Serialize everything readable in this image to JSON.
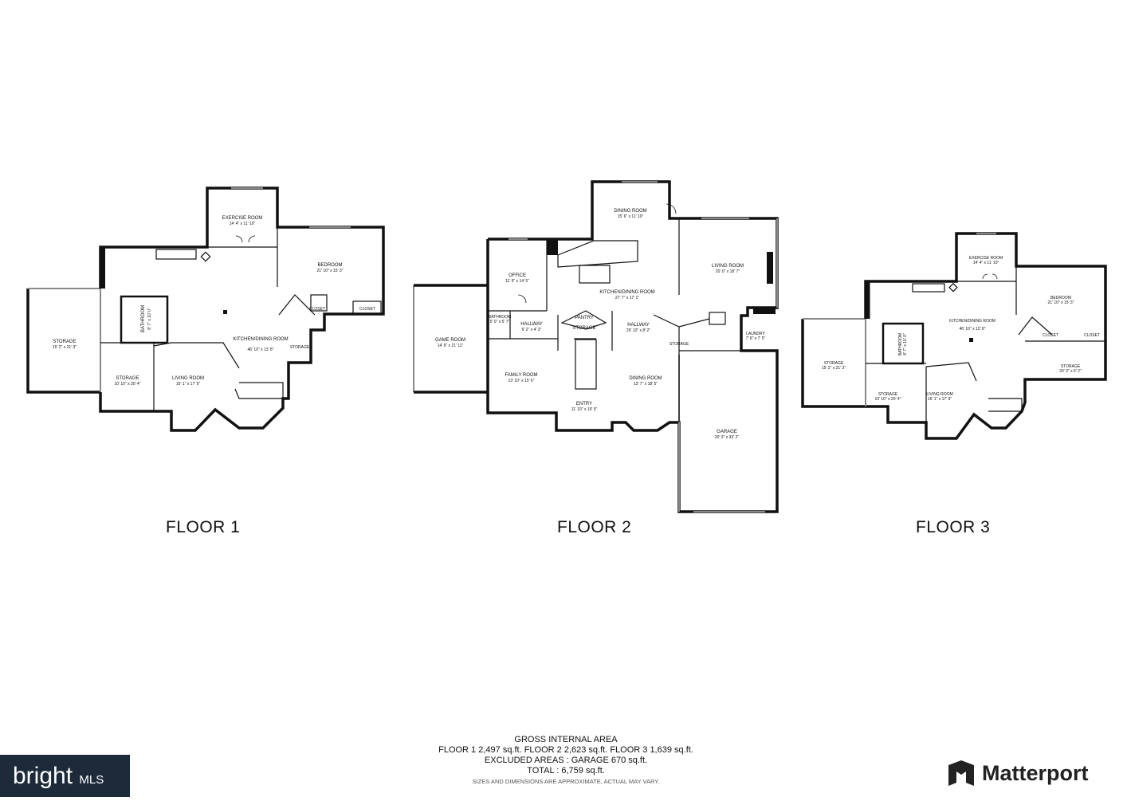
{
  "floors": [
    {
      "label": "FLOOR 1",
      "rooms": [
        {
          "name": "EXERCISE ROOM",
          "dims": "14' 4\" x 11' 10\""
        },
        {
          "name": "BEDROOM",
          "dims": "21' 10\" x 15' 3\""
        },
        {
          "name": "CLOSET",
          "dims": ""
        },
        {
          "name": "CLOSET",
          "dims": ""
        },
        {
          "name": "BATHROOM",
          "dims": "8' 7\" x 10' 0\""
        },
        {
          "name": "KITCHEN/DINING ROOM",
          "dims": "46' 10\" x 13' 8\""
        },
        {
          "name": "STORAGE",
          "dims": "15' 2\" x 21' 3\""
        },
        {
          "name": "STORAGE",
          "dims": "10' 10\" x 20' 4\""
        },
        {
          "name": "LIVING ROOM",
          "dims": "16' 1\" x 17' 9\""
        },
        {
          "name": "STORAGE",
          "dims": ""
        }
      ]
    },
    {
      "label": "FLOOR 2",
      "rooms": [
        {
          "name": "DINING ROOM",
          "dims": "15' 6\" x 11' 10\""
        },
        {
          "name": "LIVING ROOM",
          "dims": "20' 0\" x 18' 7\""
        },
        {
          "name": "OFFICE",
          "dims": "11' 9\" x 14' 5\""
        },
        {
          "name": "KITCHEN/DINING ROOM",
          "dims": "27' 7\" x 17' 1\""
        },
        {
          "name": "GAME ROOM",
          "dims": "14' 6\" x 21' 11\""
        },
        {
          "name": "BATHROOM",
          "dims": "5' 0\" x 5' 7\""
        },
        {
          "name": "HALLWAY",
          "dims": "6' 2\" x 4' 3\""
        },
        {
          "name": "PANTRY",
          "dims": ""
        },
        {
          "name": "STORAGE",
          "dims": ""
        },
        {
          "name": "HALLWAY",
          "dims": "29' 10\" x 8' 2\""
        },
        {
          "name": "LAUNDRY",
          "dims": "7' 6\" x 7' 5\""
        },
        {
          "name": "FAMILY ROOM",
          "dims": "13' 10\" x 15' 6\""
        },
        {
          "name": "DINING ROOM",
          "dims": "13' 7\" x 18' 5\""
        },
        {
          "name": "ENTRY",
          "dims": "11' 10\" x 19' 9\""
        },
        {
          "name": "GARAGE",
          "dims": "20' 3\" x 33' 2\""
        },
        {
          "name": "STORAGE",
          "dims": ""
        }
      ]
    },
    {
      "label": "FLOOR 3",
      "rooms": [
        {
          "name": "EXERCISE ROOM",
          "dims": "14' 4\" x 11' 10\""
        },
        {
          "name": "BEDROOM",
          "dims": "21' 10\" x 15' 3\""
        },
        {
          "name": "KITCHEN/DINING ROOM",
          "dims": "46' 10\" x 13' 8\""
        },
        {
          "name": "BATHROOM",
          "dims": "8' 7\" x 10' 0\""
        },
        {
          "name": "CLOSET",
          "dims": ""
        },
        {
          "name": "CLOSET",
          "dims": ""
        },
        {
          "name": "STORAGE",
          "dims": "15' 2\" x 21' 3\""
        },
        {
          "name": "STORAGE",
          "dims": "20' 3\" x 6' 2\""
        },
        {
          "name": "STORAGE",
          "dims": "10' 10\" x 20' 4\""
        },
        {
          "name": "LIVING ROOM",
          "dims": "16' 1\" x 17' 9\""
        }
      ]
    }
  ],
  "area_summary": {
    "title": "GROSS INTERNAL AREA",
    "line1": "FLOOR 1 2,497  sq.ft.    FLOOR 2 2,623 sq.ft.    FLOOR 3 1,639 sq.ft.",
    "line2": "EXCLUDED AREAS :   GARAGE 670 sq.ft.",
    "line3": "TOTAL :   6,759  sq.ft.",
    "disclaimer": "SIZES AND DIMENSIONS ARE APPROXIMATE, ACTUAL MAY VARY."
  },
  "branding": {
    "bright_word": "bright",
    "bright_suffix": "MLS",
    "matterport": "Matterport"
  }
}
